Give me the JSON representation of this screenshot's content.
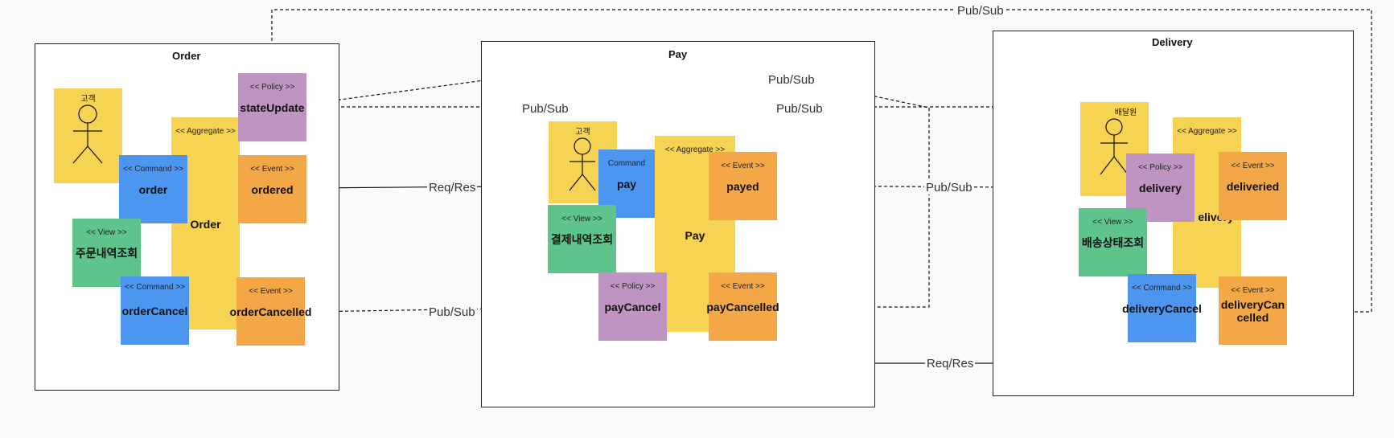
{
  "contexts": {
    "order": {
      "title": "Order"
    },
    "pay": {
      "title": "Pay"
    },
    "delivery": {
      "title": "Delivery"
    }
  },
  "stickies": {
    "order_actor": {
      "label": "고객"
    },
    "order_aggregate": {
      "stereotype": "<< Aggregate >>",
      "name": "Order"
    },
    "order_command": {
      "stereotype": "<< Command >>",
      "name": "order"
    },
    "order_view": {
      "stereotype": "<< View >>",
      "name": "주문내역조회"
    },
    "order_cancel_command": {
      "stereotype": "<< Command >>",
      "name": "orderCancel"
    },
    "state_update_policy": {
      "stereotype": "<< Policy >>",
      "name": "stateUpdate"
    },
    "ordered_event": {
      "stereotype": "<< Event >>",
      "name": "ordered"
    },
    "order_cancelled_event": {
      "stereotype": "<< Event >>",
      "name": "orderCancelled"
    },
    "pay_actor": {
      "label": "고객"
    },
    "pay_command": {
      "stereotype": "Command",
      "name": "pay"
    },
    "pay_aggregate": {
      "stereotype": "<< Aggregate >>",
      "name": "Pay"
    },
    "pay_view": {
      "stereotype": "<< View >>",
      "name": "결제내역조회"
    },
    "payed_event": {
      "stereotype": "<< Event >>",
      "name": "payed"
    },
    "pay_cancel_policy": {
      "stereotype": "<< Policy >>",
      "name": "payCancel"
    },
    "pay_cancelled_event": {
      "stereotype": "<< Event >>",
      "name": "payCancelled"
    },
    "delivery_actor": {
      "label": "배달원"
    },
    "delivery_aggregate": {
      "stereotype": "<< Aggregate >>",
      "name": "elivery"
    },
    "delivery_policy": {
      "stereotype": "<< Policy >>",
      "name": "delivery"
    },
    "deliveried_event": {
      "stereotype": "<< Event >>",
      "name": "deliveried"
    },
    "delivery_view": {
      "stereotype": "<< View >>",
      "name": "배송상태조회"
    },
    "delivery_cancel_command": {
      "stereotype": "<< Command >>",
      "name": "deliveryCancel"
    },
    "delivery_cancelled_event": {
      "stereotype": "<< Event >>",
      "name": "deliveryCancelled"
    }
  },
  "connections": {
    "top_pubsub": "Pub/Sub",
    "pay_to_state_pubsub": "Pub/Sub",
    "pay_inner_pubsub": "Pub/Sub",
    "pay_right_pubsub": "Pub/Sub",
    "ordered_reqres": "Req/Res",
    "payed_pubsub": "Pub/Sub",
    "order_cancelled_pubsub": "Pub/Sub",
    "pay_cancelled_reqres": "Req/Res"
  }
}
